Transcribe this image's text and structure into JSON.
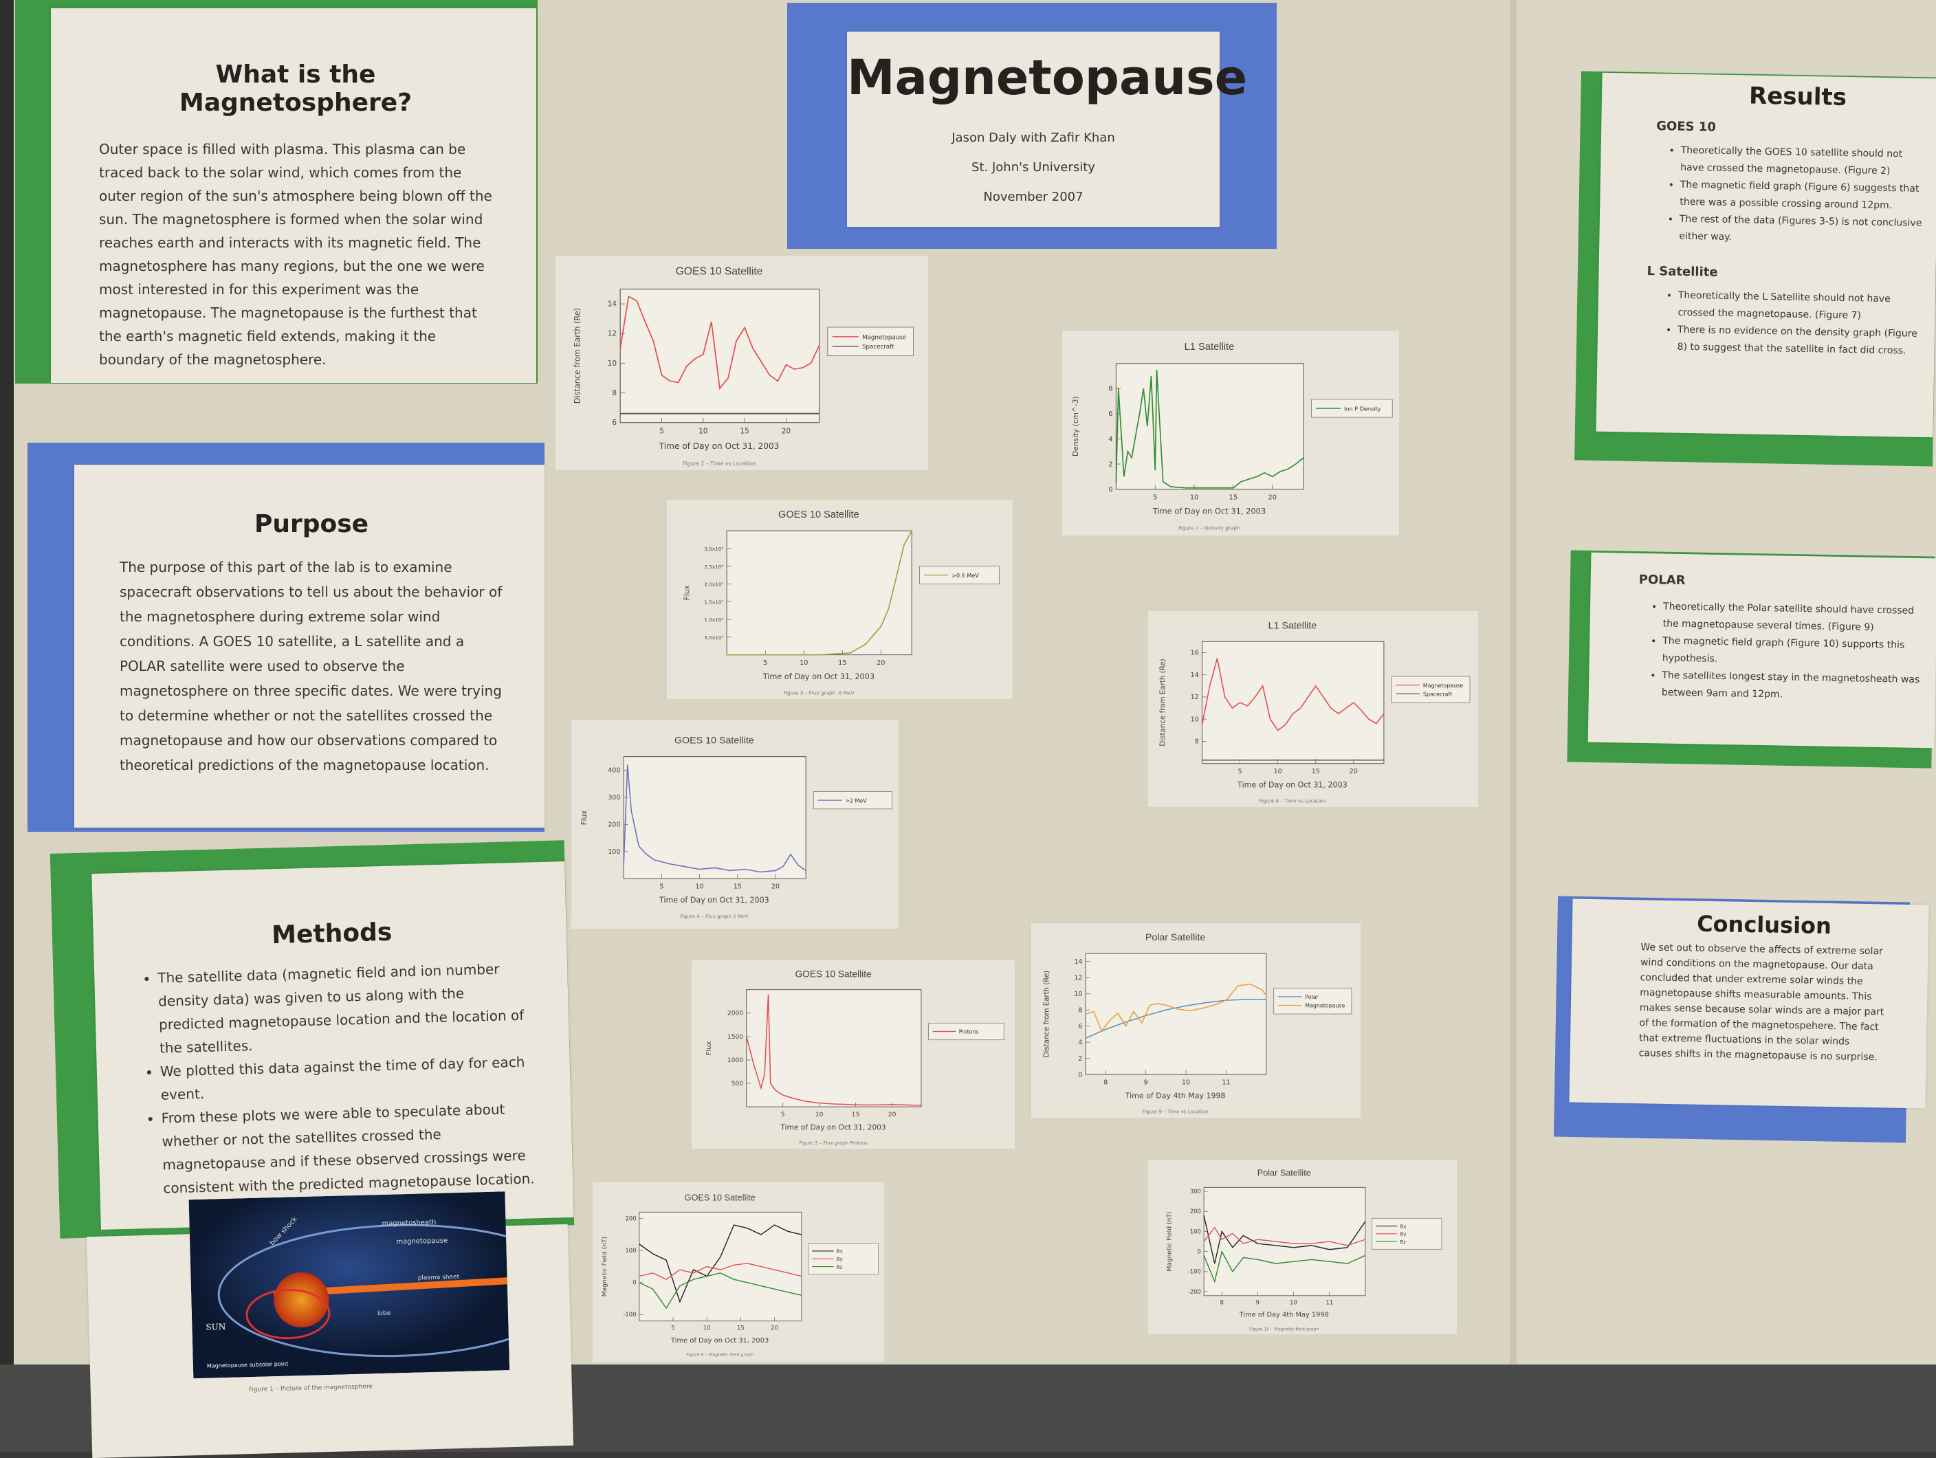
{
  "title": {
    "heading": "Magnetopause",
    "authors": "Jason Daly with Zafir Khan",
    "school": "St. John's University",
    "date": "November 2007"
  },
  "magnetosphere": {
    "heading": "What is the Magnetosphere?",
    "text": "Outer space is filled with plasma. This plasma can be traced back to the solar wind, which comes from the outer region of the sun's atmosphere being blown off the sun. The magnetosphere is formed when the solar wind reaches earth and interacts with its magnetic field. The magnetosphere has many regions, but the one we were most interested in for this experiment was the magnetopause. The magnetopause is the furthest that the earth's magnetic field extends, making it the boundary of the magnetosphere."
  },
  "purpose": {
    "heading": "Purpose",
    "text": "The purpose of this part of the lab is to examine spacecraft observations to tell us about the behavior of the magnetosphere during extreme solar wind conditions.  A GOES 10 satellite, a L satellite and a POLAR satellite were used to observe the magnetosphere on three specific dates. We were trying to determine whether or not the satellites crossed the magnetopause and how our observations compared to theoretical predictions of the magnetopause location."
  },
  "methods": {
    "heading": "Methods",
    "bullets": [
      "The satellite data (magnetic field and ion number density data) was given to us along with the predicted magnetopause location and the location of the satellites.",
      "We plotted this data against the time of day for each event.",
      "From these plots we were able to speculate about whether or not the satellites crossed the magnetopause and if these observed crossings were consistent with the predicted magnetopause location."
    ]
  },
  "figure1": {
    "labels": [
      "bow shock",
      "magnetosheath",
      "magnetopause",
      "SUN",
      "Magnetopause subsolar point",
      "plasma sheet",
      "lobe"
    ],
    "caption": "Figure 1 – Picture of the magnetosphere"
  },
  "results": {
    "heading": "Results",
    "goes_heading": "GOES 10",
    "goes_bullets": [
      "Theoretically the GOES 10 satellite should not have crossed the magnetopause. (Figure 2)",
      "The magnetic field graph (Figure 6) suggests that there was a possible crossing around 12pm.",
      "The rest of the data (Figures 3-5) is not conclusive either way."
    ],
    "l_heading": "L Satellite",
    "l_bullets": [
      "Theoretically the L Satellite should not have crossed the magnetopause. (Figure 7)",
      "There is no evidence on the density graph (Figure 8) to suggest that the satellite in fact did cross."
    ]
  },
  "polar": {
    "heading": "POLAR",
    "bullets": [
      "Theoretically the Polar satellite should have crossed the magnetopause several times. (Figure 9)",
      "The magnetic field graph (Figure 10) supports this hypothesis.",
      "The satellites longest stay in the magnetosheath was between 9am and 12pm."
    ]
  },
  "conclusion": {
    "heading": "Conclusion",
    "text": "We set out to observe the affects of extreme solar wind conditions on the magnetopause. Our data concluded that under extreme solar winds the magnetopause shifts measurable amounts.  This makes sense because solar winds are a major part of the formation of the magnetospehere.  The fact that extreme fluctuations in the solar winds causes shifts in the magnetopause is no surprise."
  },
  "colors": {
    "green": "#3e9a45",
    "blue": "#5878cc",
    "red": "#e05050",
    "orange": "#e8a040",
    "darkgreen": "#2f8a2f",
    "purple": "#7070c0"
  },
  "chart_data": [
    {
      "id": "fig2",
      "type": "line",
      "title": "GOES 10 Satellite",
      "xlabel": "Time of Day on Oct 31, 2003",
      "ylabel": "Distance from Earth (Re)",
      "xlim": [
        0,
        24
      ],
      "ylim": [
        6,
        15
      ],
      "xticks": [
        5,
        10,
        15,
        20
      ],
      "yticks": [
        6,
        8,
        10,
        12,
        14
      ],
      "caption": "Figure 2 – Time vs Location",
      "series": [
        {
          "name": "Magnetopause",
          "color": "#e05050",
          "x": [
            0,
            1,
            2,
            3,
            4,
            5,
            6,
            7,
            8,
            9,
            10,
            11,
            12,
            13,
            14,
            15,
            16,
            17,
            18,
            19,
            20,
            21,
            22,
            23,
            24
          ],
          "y": [
            11,
            14.5,
            14.2,
            12.8,
            11.5,
            9.2,
            8.8,
            8.7,
            9.8,
            10.3,
            10.6,
            12.8,
            8.3,
            9,
            11.5,
            12.4,
            11,
            10.1,
            9.2,
            8.8,
            9.9,
            9.6,
            9.7,
            10,
            11.2
          ]
        },
        {
          "name": "Spacecraft",
          "color": "#555555",
          "x": [
            0,
            24
          ],
          "y": [
            6.6,
            6.6
          ]
        }
      ]
    },
    {
      "id": "fig3",
      "type": "line",
      "title": "GOES 10 Satellite",
      "xlabel": "Time of Day on Oct 31, 2003",
      "ylabel": "Flux",
      "xlim": [
        0,
        24
      ],
      "ylim": [
        0,
        3.5
      ],
      "xticks": [
        5,
        10,
        15,
        20
      ],
      "yticks": [
        0.5,
        1.0,
        1.5,
        2.0,
        2.5,
        3.0
      ],
      "ytick_labels": [
        "5.0x10⁴",
        "1.0x10⁵",
        "1.5x10⁵",
        "2.0x10⁵",
        "2.5x10⁵",
        "3.0x10⁵"
      ],
      "caption": "Figure 3 – Flux graph .6 MeV",
      "series": [
        {
          "name": ">0.6 MeV",
          "color": "#a0a040",
          "x": [
            0,
            4,
            8,
            12,
            16,
            18,
            20,
            21,
            22,
            23,
            24
          ],
          "y": [
            0,
            0,
            0,
            0,
            0.05,
            0.3,
            0.8,
            1.3,
            2.2,
            3.1,
            3.5
          ]
        }
      ]
    },
    {
      "id": "fig4",
      "type": "line",
      "title": "GOES 10 Satellite",
      "xlabel": "Time of Day on Oct 31, 2003",
      "ylabel": "Flux",
      "xlim": [
        0,
        24
      ],
      "ylim": [
        0,
        450
      ],
      "xticks": [
        5,
        10,
        15,
        20
      ],
      "yticks": [
        100,
        200,
        300,
        400
      ],
      "caption": "Figure 4 – Flux graph 2 MeV",
      "series": [
        {
          "name": ">2 MeV",
          "color": "#7070c0",
          "x": [
            0,
            0.5,
            1,
            2,
            3,
            4,
            6,
            8,
            10,
            12,
            14,
            16,
            18,
            20,
            21,
            22,
            23,
            24
          ],
          "y": [
            50,
            420,
            250,
            120,
            90,
            70,
            55,
            45,
            35,
            40,
            30,
            35,
            25,
            30,
            45,
            90,
            50,
            30
          ]
        }
      ]
    },
    {
      "id": "fig5",
      "type": "line",
      "title": "GOES 10 Satellite",
      "xlabel": "Time of Day on Oct 31, 2003",
      "ylabel": "Flux",
      "xlim": [
        0,
        24
      ],
      "ylim": [
        0,
        2500
      ],
      "xticks": [
        5,
        10,
        15,
        20
      ],
      "yticks": [
        500,
        1000,
        1500,
        2000
      ],
      "caption": "Figure 5 – Flux graph Protons",
      "series": [
        {
          "name": "Protons",
          "color": "#e05050",
          "x": [
            0,
            1,
            2,
            2.5,
            3,
            3.3,
            4,
            5,
            6,
            8,
            10,
            12,
            14,
            16,
            18,
            20,
            22,
            24
          ],
          "y": [
            1500,
            900,
            400,
            700,
            2400,
            500,
            350,
            250,
            200,
            120,
            80,
            60,
            50,
            40,
            40,
            50,
            40,
            30
          ]
        }
      ]
    },
    {
      "id": "fig6",
      "type": "line",
      "title": "GOES 10 Satellite",
      "xlabel": "Time of Day on Oct 31, 2003",
      "ylabel": "Magnetic Field (nT)",
      "xlim": [
        0,
        24
      ],
      "ylim": [
        -120,
        220
      ],
      "xticks": [
        5,
        10,
        15,
        20
      ],
      "yticks": [
        -100,
        0,
        100,
        200
      ],
      "caption": "Figure 6 – Magnetic field graph",
      "series": [
        {
          "name": "Bx",
          "color": "#222222",
          "x": [
            0,
            2,
            4,
            6,
            8,
            10,
            12,
            14,
            16,
            18,
            20,
            22,
            24
          ],
          "y": [
            120,
            90,
            70,
            -60,
            40,
            20,
            80,
            180,
            170,
            150,
            180,
            160,
            150
          ]
        },
        {
          "name": "By",
          "color": "#e05050",
          "x": [
            0,
            2,
            4,
            6,
            8,
            10,
            12,
            14,
            16,
            18,
            20,
            22,
            24
          ],
          "y": [
            20,
            30,
            10,
            40,
            30,
            50,
            40,
            55,
            60,
            50,
            40,
            30,
            20
          ]
        },
        {
          "name": "Bz",
          "color": "#2f8a2f",
          "x": [
            0,
            2,
            4,
            6,
            8,
            10,
            12,
            14,
            16,
            18,
            20,
            22,
            24
          ],
          "y": [
            0,
            -20,
            -80,
            -10,
            10,
            20,
            30,
            10,
            0,
            -10,
            -20,
            -30,
            -40
          ]
        }
      ]
    },
    {
      "id": "fig7",
      "type": "line",
      "title": "L1 Satellite",
      "xlabel": "Time of Day on Oct 31, 2003",
      "ylabel": "Density (cm^-3)",
      "xlim": [
        0,
        24
      ],
      "ylim": [
        0,
        10
      ],
      "xticks": [
        5,
        10,
        15,
        20
      ],
      "yticks": [
        0,
        2,
        4,
        6,
        8
      ],
      "caption": "Figure 7 – Density graph",
      "series": [
        {
          "name": "Ion P Density",
          "color": "#2f8a2f",
          "x": [
            0,
            0.3,
            1,
            1.5,
            2,
            3,
            3.5,
            4,
            4.5,
            5,
            5.2,
            6,
            7,
            9,
            12,
            15,
            16,
            17,
            18,
            19,
            20,
            21,
            22,
            23,
            24
          ],
          "y": [
            0.5,
            8,
            1,
            3,
            2.5,
            6,
            8,
            5,
            9,
            1.5,
            9.5,
            0.6,
            0.2,
            0.1,
            0.1,
            0.1,
            0.6,
            0.8,
            1,
            1.3,
            1,
            1.4,
            1.6,
            2,
            2.5
          ]
        }
      ]
    },
    {
      "id": "fig8",
      "type": "line",
      "title": "L1 Satellite",
      "xlabel": "Time of Day on Oct 31, 2003",
      "ylabel": "Distance from Earth (Re)",
      "xlim": [
        0,
        24
      ],
      "ylim": [
        6,
        17
      ],
      "xticks": [
        5,
        10,
        15,
        20
      ],
      "yticks": [
        8,
        10,
        12,
        14,
        16
      ],
      "caption": "Figure 8 – Time vs Location",
      "series": [
        {
          "name": "Magnetopause",
          "color": "#e05050",
          "x": [
            0,
            1,
            2,
            3,
            4,
            5,
            6,
            7,
            8,
            9,
            10,
            11,
            12,
            13,
            14,
            15,
            16,
            17,
            18,
            19,
            20,
            21,
            22,
            23,
            24
          ],
          "y": [
            9.5,
            13,
            15.5,
            12,
            11,
            11.5,
            11.2,
            12,
            13,
            10,
            9,
            9.5,
            10.5,
            11,
            12,
            13,
            12,
            11,
            10.5,
            11,
            11.5,
            10.8,
            10,
            9.6,
            10.5
          ]
        },
        {
          "name": "Spacecraft",
          "color": "#555555",
          "x": [
            0,
            24
          ],
          "y": [
            6.3,
            6.3
          ]
        }
      ]
    },
    {
      "id": "fig9",
      "type": "line",
      "title": "Polar Satellite",
      "xlabel": "Time of Day  4th May 1998",
      "ylabel": "Distance from Earth (Re)",
      "xlim": [
        7.5,
        12
      ],
      "ylim": [
        0,
        15
      ],
      "xticks": [
        8,
        9,
        10,
        11
      ],
      "yticks": [
        0,
        2,
        4,
        6,
        8,
        10,
        12,
        14
      ],
      "caption": "Figure 9 – Time vs Location",
      "series": [
        {
          "name": "Polar",
          "color": "#6090b0",
          "x": [
            7.5,
            8,
            8.5,
            9,
            9.5,
            10,
            10.5,
            11,
            11.5,
            12
          ],
          "y": [
            4.5,
            5.6,
            6.5,
            7.3,
            8,
            8.5,
            8.9,
            9.2,
            9.3,
            9.3
          ]
        },
        {
          "name": "Magnetopause",
          "color": "#e8a040",
          "x": [
            7.5,
            7.7,
            7.9,
            8.1,
            8.3,
            8.5,
            8.7,
            8.9,
            9.1,
            9.3,
            9.5,
            9.8,
            10.1,
            10.4,
            10.7,
            11,
            11.3,
            11.6,
            11.9,
            12
          ],
          "y": [
            7.5,
            7.8,
            5.4,
            6.7,
            7.6,
            6,
            7.8,
            6.4,
            8.6,
            8.8,
            8.6,
            8.1,
            7.9,
            8.2,
            8.6,
            9.2,
            11,
            11.2,
            10.5,
            9.8
          ]
        }
      ]
    },
    {
      "id": "fig10",
      "type": "line",
      "title": "Polar Satellite",
      "xlabel": "Time of Day  4th May 1998",
      "ylabel": "Magnetic Field (nT)",
      "xlim": [
        7.5,
        12
      ],
      "ylim": [
        -220,
        320
      ],
      "xticks": [
        8,
        9,
        10,
        11
      ],
      "yticks": [
        -200,
        -100,
        0,
        100,
        200,
        300
      ],
      "caption": "Figure 10 – Magnetic field graph",
      "series": [
        {
          "name": "Bx",
          "color": "#222222",
          "x": [
            7.5,
            7.8,
            8,
            8.3,
            8.6,
            9,
            9.5,
            10,
            10.5,
            11,
            11.5,
            12
          ],
          "y": [
            180,
            -60,
            100,
            20,
            80,
            40,
            30,
            20,
            30,
            10,
            20,
            150
          ]
        },
        {
          "name": "By",
          "color": "#e05050",
          "x": [
            7.5,
            7.8,
            8,
            8.3,
            8.6,
            9,
            9.5,
            10,
            10.5,
            11,
            11.5,
            12
          ],
          "y": [
            50,
            120,
            60,
            90,
            40,
            60,
            50,
            40,
            40,
            50,
            30,
            60
          ]
        },
        {
          "name": "Bz",
          "color": "#2f8a2f",
          "x": [
            7.5,
            7.8,
            8,
            8.3,
            8.6,
            9,
            9.5,
            10,
            10.5,
            11,
            11.5,
            12
          ],
          "y": [
            -20,
            -150,
            0,
            -100,
            -30,
            -40,
            -60,
            -50,
            -40,
            -50,
            -60,
            -20
          ]
        }
      ]
    }
  ]
}
